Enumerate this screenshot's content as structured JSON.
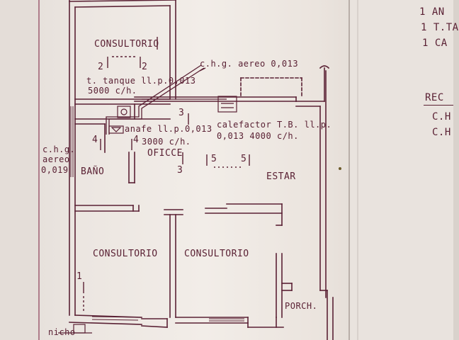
{
  "colors": {
    "ink": "#5a2134",
    "paper": "#f2ede8",
    "shadow": "#d6cec8"
  },
  "rooms": {
    "consultorio_top": "CONSULTORIO",
    "consultorio_bl": "CONSULTORIO",
    "consultorio_bm": "CONSULTORIO",
    "bano": "BAÑO",
    "office": "OFICCE",
    "estar": "ESTAR",
    "porch": "PORCH.",
    "nicho": "nicho"
  },
  "annotations": {
    "chg_aereo_top": "c.h.g. aereo 0,013",
    "tanque_line1": "t. tanque ll.p.0,013",
    "tanque_line2": "5000 c/h.",
    "anafe_line1": "anafe ll.p.0,013",
    "anafe_line2": "3000 c/h.",
    "calefactor_line1": "calefactor T.B. ll.p.",
    "calefactor_line2": "0,013   4000 c/h.",
    "chg_left_line1": "c.h.g.",
    "chg_left_line2": "aereo",
    "chg_left_line3": "0,019"
  },
  "section_marks": {
    "m2a": "2",
    "m2b": "2",
    "m3a": "3",
    "m3b": "3",
    "m4a": "4",
    "m4b": "4",
    "m5a": "5",
    "m5b": "5",
    "m1": "1"
  },
  "right_page": {
    "line1": "1 AN",
    "line2": "1 T.TA",
    "line3": "1 CA",
    "heading": "REC",
    "row1": "C.H",
    "row2": "C.H"
  }
}
